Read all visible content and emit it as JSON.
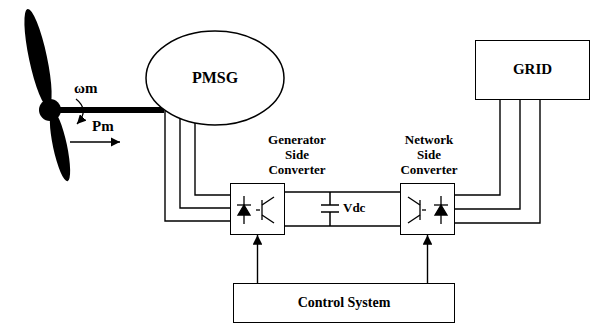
{
  "diagram": {
    "nodes": [
      {
        "text": [
          "PMSG"
        ]
      },
      {
        "text": [
          "Generator Side Converter"
        ]
      },
      {
        "text": [
          "Network Side Converter"
        ]
      },
      {
        "text": [
          "GRID"
        ]
      },
      {
        "text": [
          "Control System"
        ]
      }
    ],
    "edges": [
      {
        "from": 0,
        "to": 1,
        "arrow": "none"
      },
      {
        "from": 1,
        "to": 2,
        "arrow": "none"
      },
      {
        "from": 2,
        "to": 3,
        "arrow": "none"
      },
      {
        "from": 4,
        "to": 1,
        "arrow": "to"
      },
      {
        "from": 4,
        "to": 2,
        "arrow": "to"
      }
    ],
    "labels": [
      "ωm",
      "Pm",
      "Vdc"
    ]
  }
}
